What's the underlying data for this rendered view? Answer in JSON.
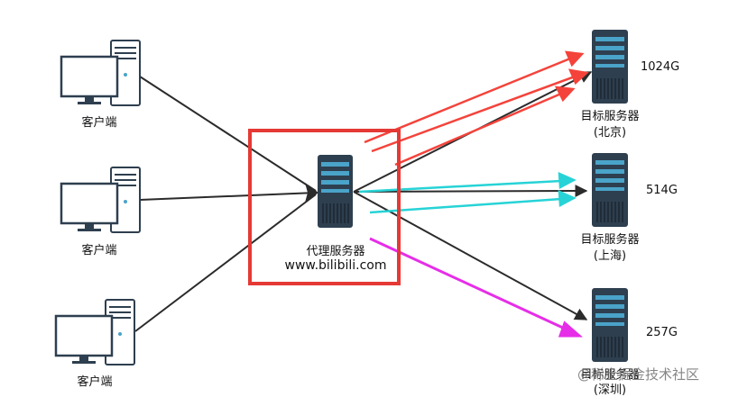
{
  "clients": [
    {
      "label": "客户端"
    },
    {
      "label": "客户端"
    },
    {
      "label": "客户端"
    }
  ],
  "proxy": {
    "label": "代理服务器",
    "domain": "www.bilibili.com",
    "box_color": "#e53935"
  },
  "targets": [
    {
      "label": "目标服务器",
      "location": "(北京)",
      "capacity": "1024G",
      "arrow_color": "#f4433b"
    },
    {
      "label": "目标服务器",
      "location": "(上海)",
      "capacity": "514G",
      "arrow_color": "#27d3d6"
    },
    {
      "label": "目标服务器",
      "location": "(深圳)",
      "capacity": "257G",
      "arrow_color": "#e62ee8"
    }
  ],
  "watermark": "@稀土掘金技术社区",
  "colors": {
    "line": "#2b2b2b",
    "server_dark": "#2e3f4f",
    "server_accent": "#4aa3c9"
  }
}
